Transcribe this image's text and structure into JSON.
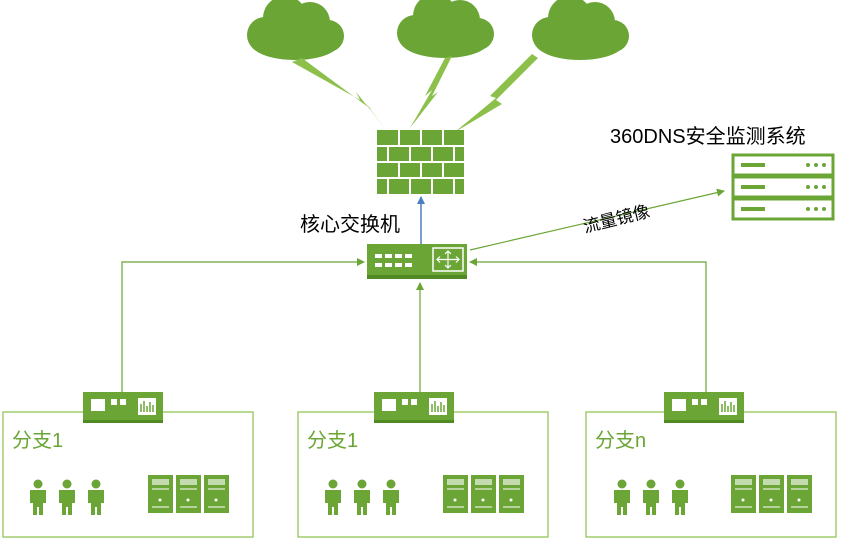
{
  "nodes": {
    "core_switch": {
      "label": "核心交换机"
    },
    "monitor": {
      "label": "360DNS安全监测系统"
    },
    "mirror_link": {
      "label": "流量镜像"
    }
  },
  "branches": [
    {
      "label": "分支1"
    },
    {
      "label": "分支1"
    },
    {
      "label": "分支n"
    }
  ],
  "colors": {
    "green": "#6aa535",
    "dark_green": "#4f8a22",
    "light_green": "#8cc04b",
    "arrow_blue": "#4a7fc0"
  }
}
